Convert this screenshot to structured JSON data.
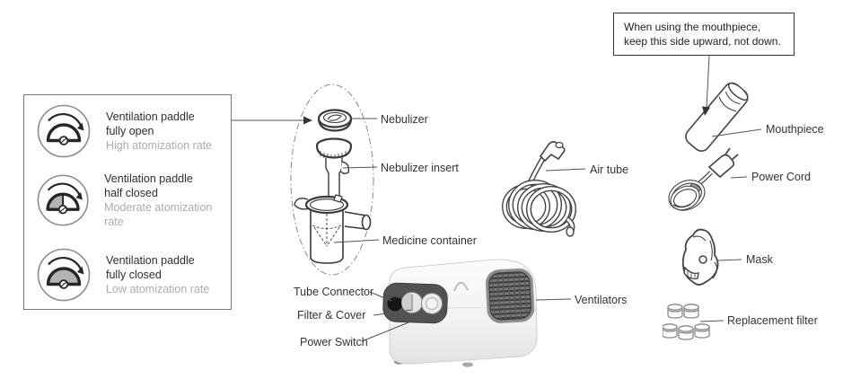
{
  "legend": {
    "items": [
      {
        "line1": "Ventilation paddle",
        "line2": "fully open",
        "rate": "High atomization rate",
        "state": "open"
      },
      {
        "line1": "Ventilation paddle",
        "line2": "half closed",
        "rate": "Moderate atomization rate",
        "state": "half"
      },
      {
        "line1": "Ventilation paddle",
        "line2": "fully closed",
        "rate": "Low atomization rate",
        "state": "full"
      }
    ]
  },
  "note": {
    "line1": "When using the mouthpiece,",
    "line2": "keep this side upward, not down."
  },
  "labels": {
    "nebulizer": "Nebulizer",
    "nebulizer_insert": "Nebulizer insert",
    "medicine_container": "Medicine container",
    "air_tube": "Air tube",
    "mouthpiece": "Mouthpiece",
    "power_cord": "Power Cord",
    "mask": "Mask",
    "replacement_filter": "Replacement filter",
    "ventilators": "Ventilators",
    "tube_connector": "Tube Connector",
    "filter_cover": "Filter & Cover",
    "power_switch": "Power Switch"
  },
  "icons": [
    "paddle-fully-open-icon",
    "paddle-half-closed-icon",
    "paddle-fully-closed-icon",
    "nebulizer-kit-illustration",
    "air-tube-illustration",
    "mouthpiece-illustration",
    "power-cord-illustration",
    "mask-illustration",
    "replacement-filter-illustration",
    "compressor-device-illustration"
  ],
  "colors": {
    "line": "#444444",
    "label_text": "#333333",
    "muted_text": "#adadad",
    "paddle_fill": "#b3b3b3",
    "device_panel": "#525252",
    "device_grille": "#6b6b6b",
    "note_border": "#333333",
    "legend_border": "#777777"
  }
}
